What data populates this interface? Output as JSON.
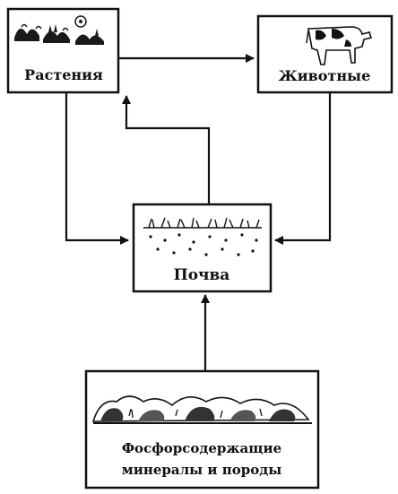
{
  "nodes": {
    "plants": {
      "label": "Растения",
      "icon": "plants-illustration"
    },
    "animals": {
      "label": "Животные",
      "icon": "cow-illustration"
    },
    "soil": {
      "label": "Почва",
      "icon": "soil-illustration"
    },
    "minerals": {
      "line1": "Фосфорсодержащие",
      "line2": "минералы и породы",
      "icon": "rocks-illustration"
    }
  },
  "edges": [
    {
      "from": "plants",
      "to": "animals"
    },
    {
      "from": "plants",
      "to": "soil"
    },
    {
      "from": "animals",
      "to": "soil"
    },
    {
      "from": "soil",
      "to": "plants"
    },
    {
      "from": "minerals",
      "to": "soil"
    }
  ]
}
